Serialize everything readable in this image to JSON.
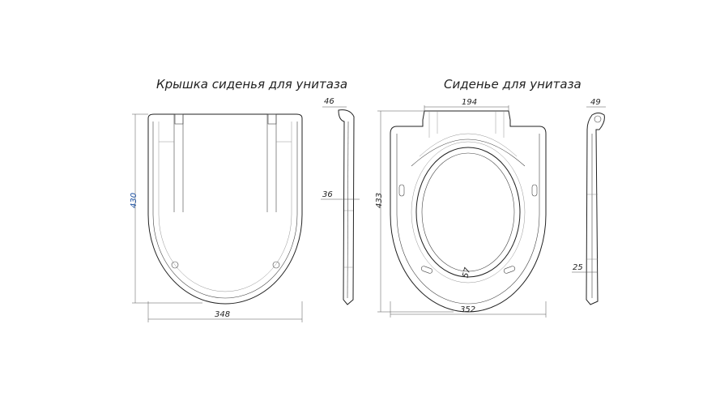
{
  "lid": {
    "title": "Крышка сиденья для унитаза",
    "width_label": "348",
    "height_label": "430",
    "side_top_label": "46",
    "side_mid_label": "36"
  },
  "seat": {
    "title": "Сиденье для унитаза",
    "top_label": "194",
    "width_label": "352",
    "height_label": "433",
    "inner_label": "57",
    "side_top_label": "49",
    "side_bottom_label": "25"
  }
}
